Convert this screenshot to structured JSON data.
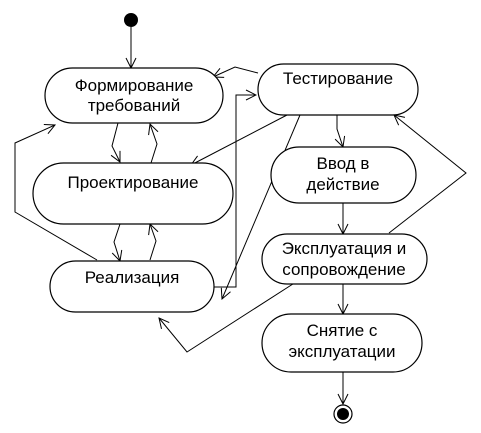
{
  "diagram": {
    "nodes": {
      "requirements": {
        "lines": [
          "Формирование",
          "требований"
        ]
      },
      "design": {
        "lines": [
          "Проектирование"
        ]
      },
      "implementation": {
        "lines": [
          "Реализация"
        ]
      },
      "testing": {
        "lines": [
          "Тестирование"
        ]
      },
      "deployment": {
        "lines": [
          "Ввод в",
          "действие"
        ]
      },
      "operation": {
        "lines": [
          "Эксплуатация и",
          "сопровождение"
        ]
      },
      "decommission": {
        "lines": [
          "Снятие с",
          "эксплуатации"
        ]
      }
    }
  }
}
